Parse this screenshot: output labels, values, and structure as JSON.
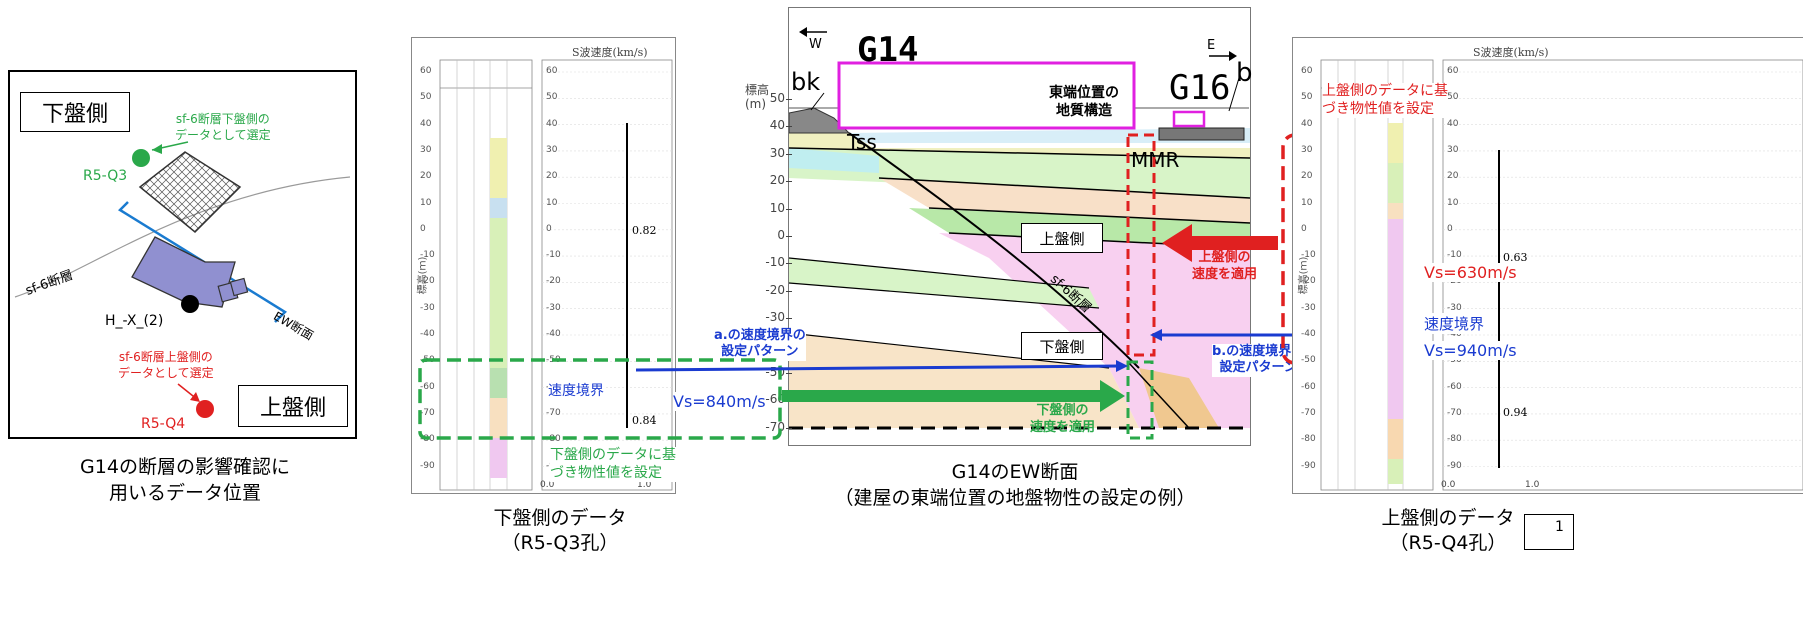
{
  "map": {
    "footwall_label": "下盤側",
    "hangingwall_label": "上盤側",
    "q3_note": "sf-6断層下盤側の\nデータとして選定",
    "q4_note": "sf-6断層上盤側の\nデータとして選定",
    "fault_label": "sf-6断層",
    "ew_label": "EW断面",
    "q3_label": "R5-Q3",
    "q4_label": "R5-Q4",
    "hx_label": "H_-X_(2)",
    "caption": "G14の断層の影響確認に\n用いるデータ位置",
    "colors": {
      "q3": "#2aa84a",
      "q4": "#e02020",
      "building": "#9090d0",
      "line": "#1a7bd0"
    }
  },
  "left_log": {
    "y_ticks": [
      "60",
      "50",
      "40",
      "30",
      "20",
      "10",
      "0",
      "-10",
      "-20",
      "-30",
      "-40",
      "-50",
      "-60",
      "-70",
      "-80",
      "-90"
    ],
    "y_axis_label": "標高(ｍ)",
    "vel_title": "S波速度(km/s)",
    "x_ticks": [
      "0.0",
      "1.0"
    ],
    "value_upper": "0.82",
    "value_lower": "0.84",
    "boundary_label": "速度境界",
    "vs_label": "Vs=840m/s",
    "note": "下盤側のデータに基\nづき物性値を設定",
    "caption": "下盤側のデータ\n（R5-Q3孔）"
  },
  "section": {
    "west": "W",
    "east": "E",
    "g14": "G14",
    "g16": "G16",
    "bk": "bk",
    "b": "b",
    "tss": "Tss",
    "mmr": "MMR",
    "elev_label": "標高\n(m)",
    "y_ticks": [
      "50",
      "40",
      "30",
      "20",
      "10",
      "0",
      "-10",
      "-20",
      "-30",
      "-40",
      "-50",
      "-60",
      "-70"
    ],
    "east_box": "東端位置の\n地質構造",
    "upper_label": "上盤側",
    "lower_label": "下盤側",
    "fault_label": "sf-6断層",
    "pattern_a": "a.の速度境界の\n設定パターン",
    "pattern_b": "b.の速度境界の\n設定パターン",
    "apply_upper": "上盤側の\n速度を適用",
    "apply_lower": "下盤側の\n速度を適用",
    "caption": "G14のEW断面\n（建屋の東端位置の地盤物性の設定の例）"
  },
  "right_log": {
    "vel_title": "S波速度(km/s)",
    "note": "上盤側のデータに基\nづき物性値を設定",
    "vs_upper": "Vs=630m/s",
    "vs_lower": "Vs=940m/s",
    "boundary_label": "速度境界",
    "value_upper": "0.63",
    "value_lower": "0.94",
    "y_ticks": [
      "60",
      "50",
      "40",
      "30",
      "20",
      "10",
      "0",
      "-10",
      "-20",
      "-30",
      "-40",
      "-50",
      "-60",
      "-70",
      "-80",
      "-90"
    ],
    "x_ticks": [
      "0.0",
      "1.0"
    ],
    "y_axis_label": "標高(ｍ)",
    "caption": "上盤側のデータ\n（R5-Q4孔）",
    "page_number": "1"
  }
}
